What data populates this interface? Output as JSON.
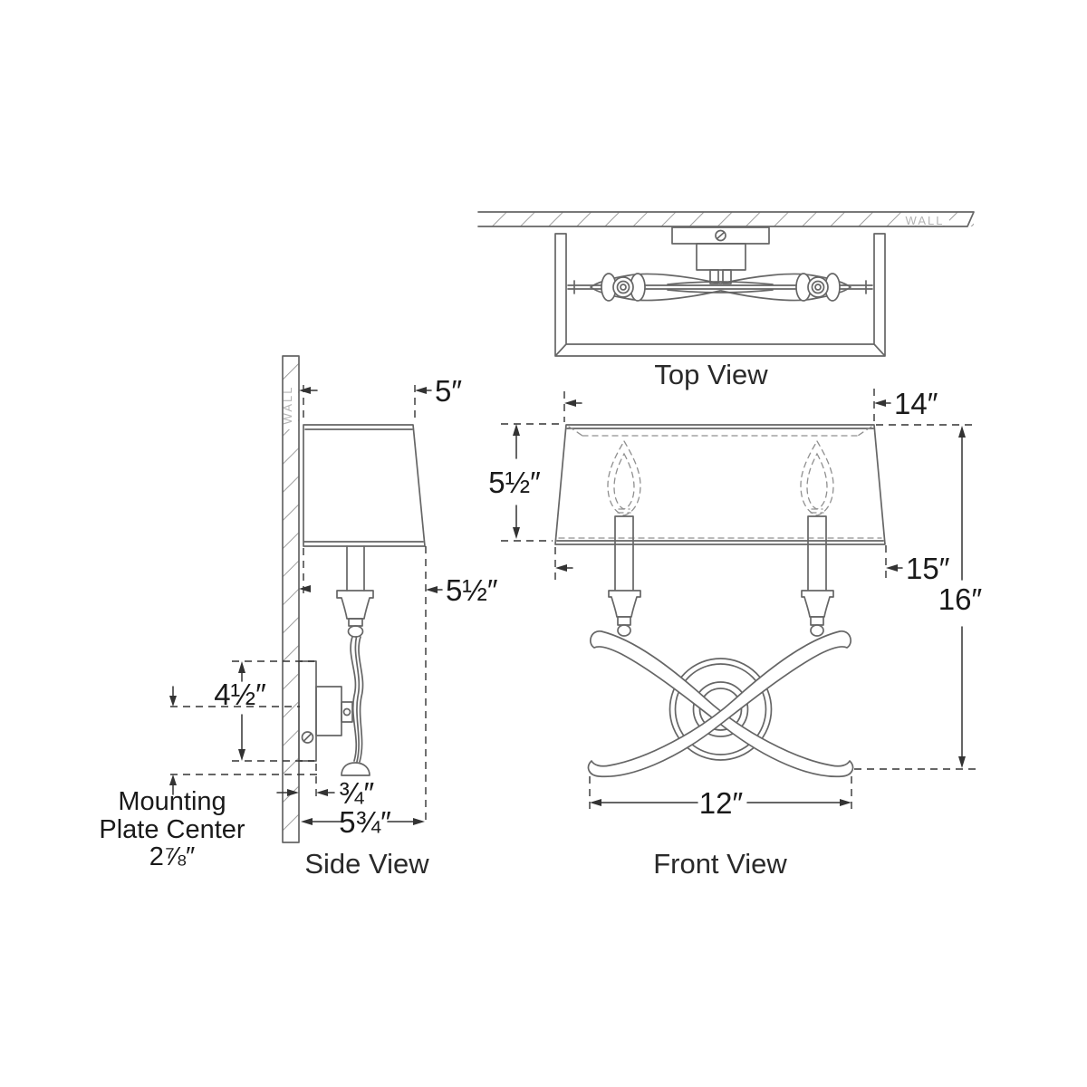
{
  "colors": {
    "background": "#ffffff",
    "fixture_line": "#666666",
    "dimension_line": "#333333",
    "text": "#1a1a1a",
    "hidden_line": "#909090",
    "hatch_line": "#9e9e9e",
    "wall_text": "#b3b3b3"
  },
  "views": {
    "top": {
      "label": "Top View",
      "wall_label": "WALL"
    },
    "side": {
      "label": "Side View",
      "wall_label": "WALL",
      "dims": {
        "shade_top_depth": "5″",
        "shade_drop": "5½″",
        "backplate_height": "4½″",
        "plate_thickness": "¾″",
        "overall_depth": "5¾″",
        "mounting_note_line1": "Mounting",
        "mounting_note_line2": "Plate Center",
        "mounting_plate_center": "2⅞″"
      }
    },
    "front": {
      "label": "Front View",
      "dims": {
        "shade_top_width": "14″",
        "shade_height": "5½″",
        "shade_bottom_width": "15″",
        "overall_height": "16″",
        "arm_spread": "12″"
      }
    }
  }
}
